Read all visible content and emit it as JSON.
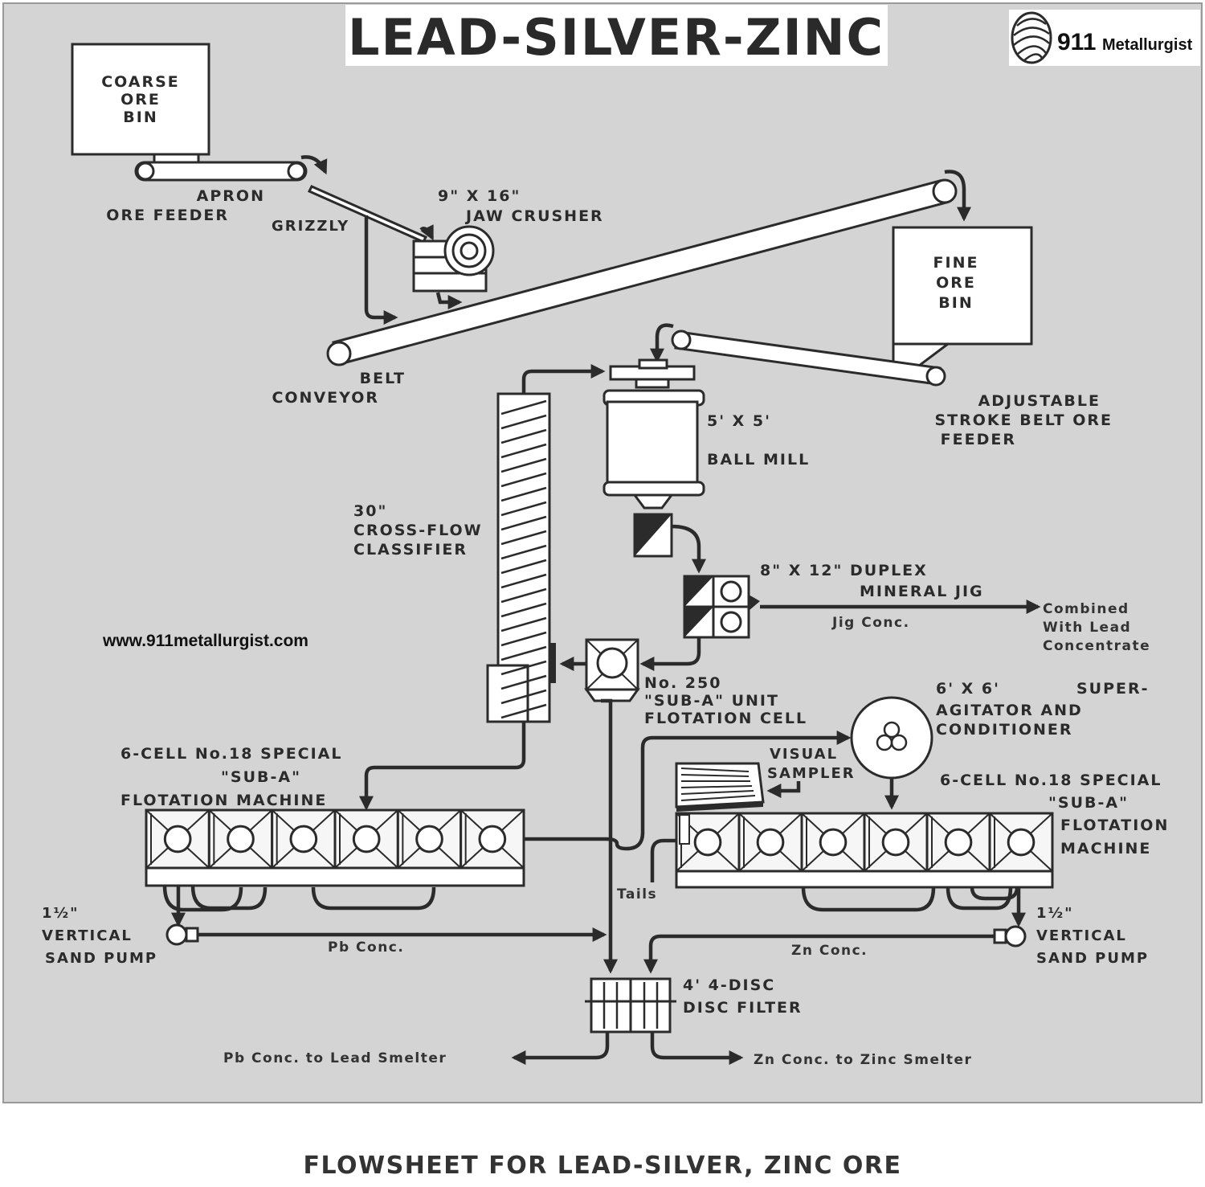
{
  "title": "LEAD-SILVER-ZINC",
  "logo": {
    "number": "911",
    "name": "Metallurgist",
    "icon": "striped-globe-icon"
  },
  "website": "www.911metallurgist.com",
  "caption": "FLOWSHEET FOR LEAD-SILVER, ZINC ORE",
  "colors": {
    "background": "#d4d4d4",
    "line": "#2b2b2b",
    "equipment_fill": "#f6f6f6"
  },
  "labels": {
    "coarse_ore_bin": [
      "COARSE",
      "ORE",
      "BIN"
    ],
    "apron_ore_feeder": [
      "APRON",
      "ORE FEEDER"
    ],
    "grizzly": "GRIZZLY",
    "jaw_crusher": [
      "9\" X 16\"",
      "JAW CRUSHER"
    ],
    "fine_ore_bin": [
      "FINE",
      "ORE",
      "BIN"
    ],
    "belt_conveyor": [
      "BELT",
      "CONVEYOR"
    ],
    "ore_feeder": [
      "ADJUSTABLE",
      "STROKE BELT ORE",
      "FEEDER"
    ],
    "ball_mill": [
      "5' X 5'",
      "BALL MILL"
    ],
    "classifier": [
      "30\"",
      "CROSS-FLOW",
      "CLASSIFIER"
    ],
    "jig": [
      "8\" X 12\" DUPLEX",
      "MINERAL JIG"
    ],
    "jig_conc": "Jig Conc.",
    "jig_destination": [
      "Combined",
      "With Lead",
      "Concentrate"
    ],
    "unit_cell": [
      "No. 250",
      "\"SUB-A\" UNIT",
      "FLOTATION CELL"
    ],
    "agitator": [
      "6' X 6'",
      "SUPER-",
      "AGITATOR AND",
      "CONDITIONER"
    ],
    "sampler": [
      "VISUAL",
      "SAMPLER"
    ],
    "flotation_lead": [
      "6-CELL No.18 SPECIAL",
      "\"SUB-A\"",
      "FLOTATION MACHINE"
    ],
    "flotation_zinc": [
      "6-CELL No.18 SPECIAL",
      "\"SUB-A\"",
      "FLOTATION",
      "MACHINE"
    ],
    "pump_left": [
      "1½\"",
      "VERTICAL",
      "SAND PUMP"
    ],
    "pump_right": [
      "1½\"",
      "VERTICAL",
      "SAND PUMP"
    ],
    "pb_conc": "Pb Conc.",
    "zn_conc": "Zn Conc.",
    "tails": "Tails",
    "disc_filter": [
      "4' 4-DISC",
      "DISC FILTER"
    ],
    "pb_out": "Pb Conc. to Lead Smelter",
    "zn_out": "Zn Conc. to Zinc Smelter"
  }
}
